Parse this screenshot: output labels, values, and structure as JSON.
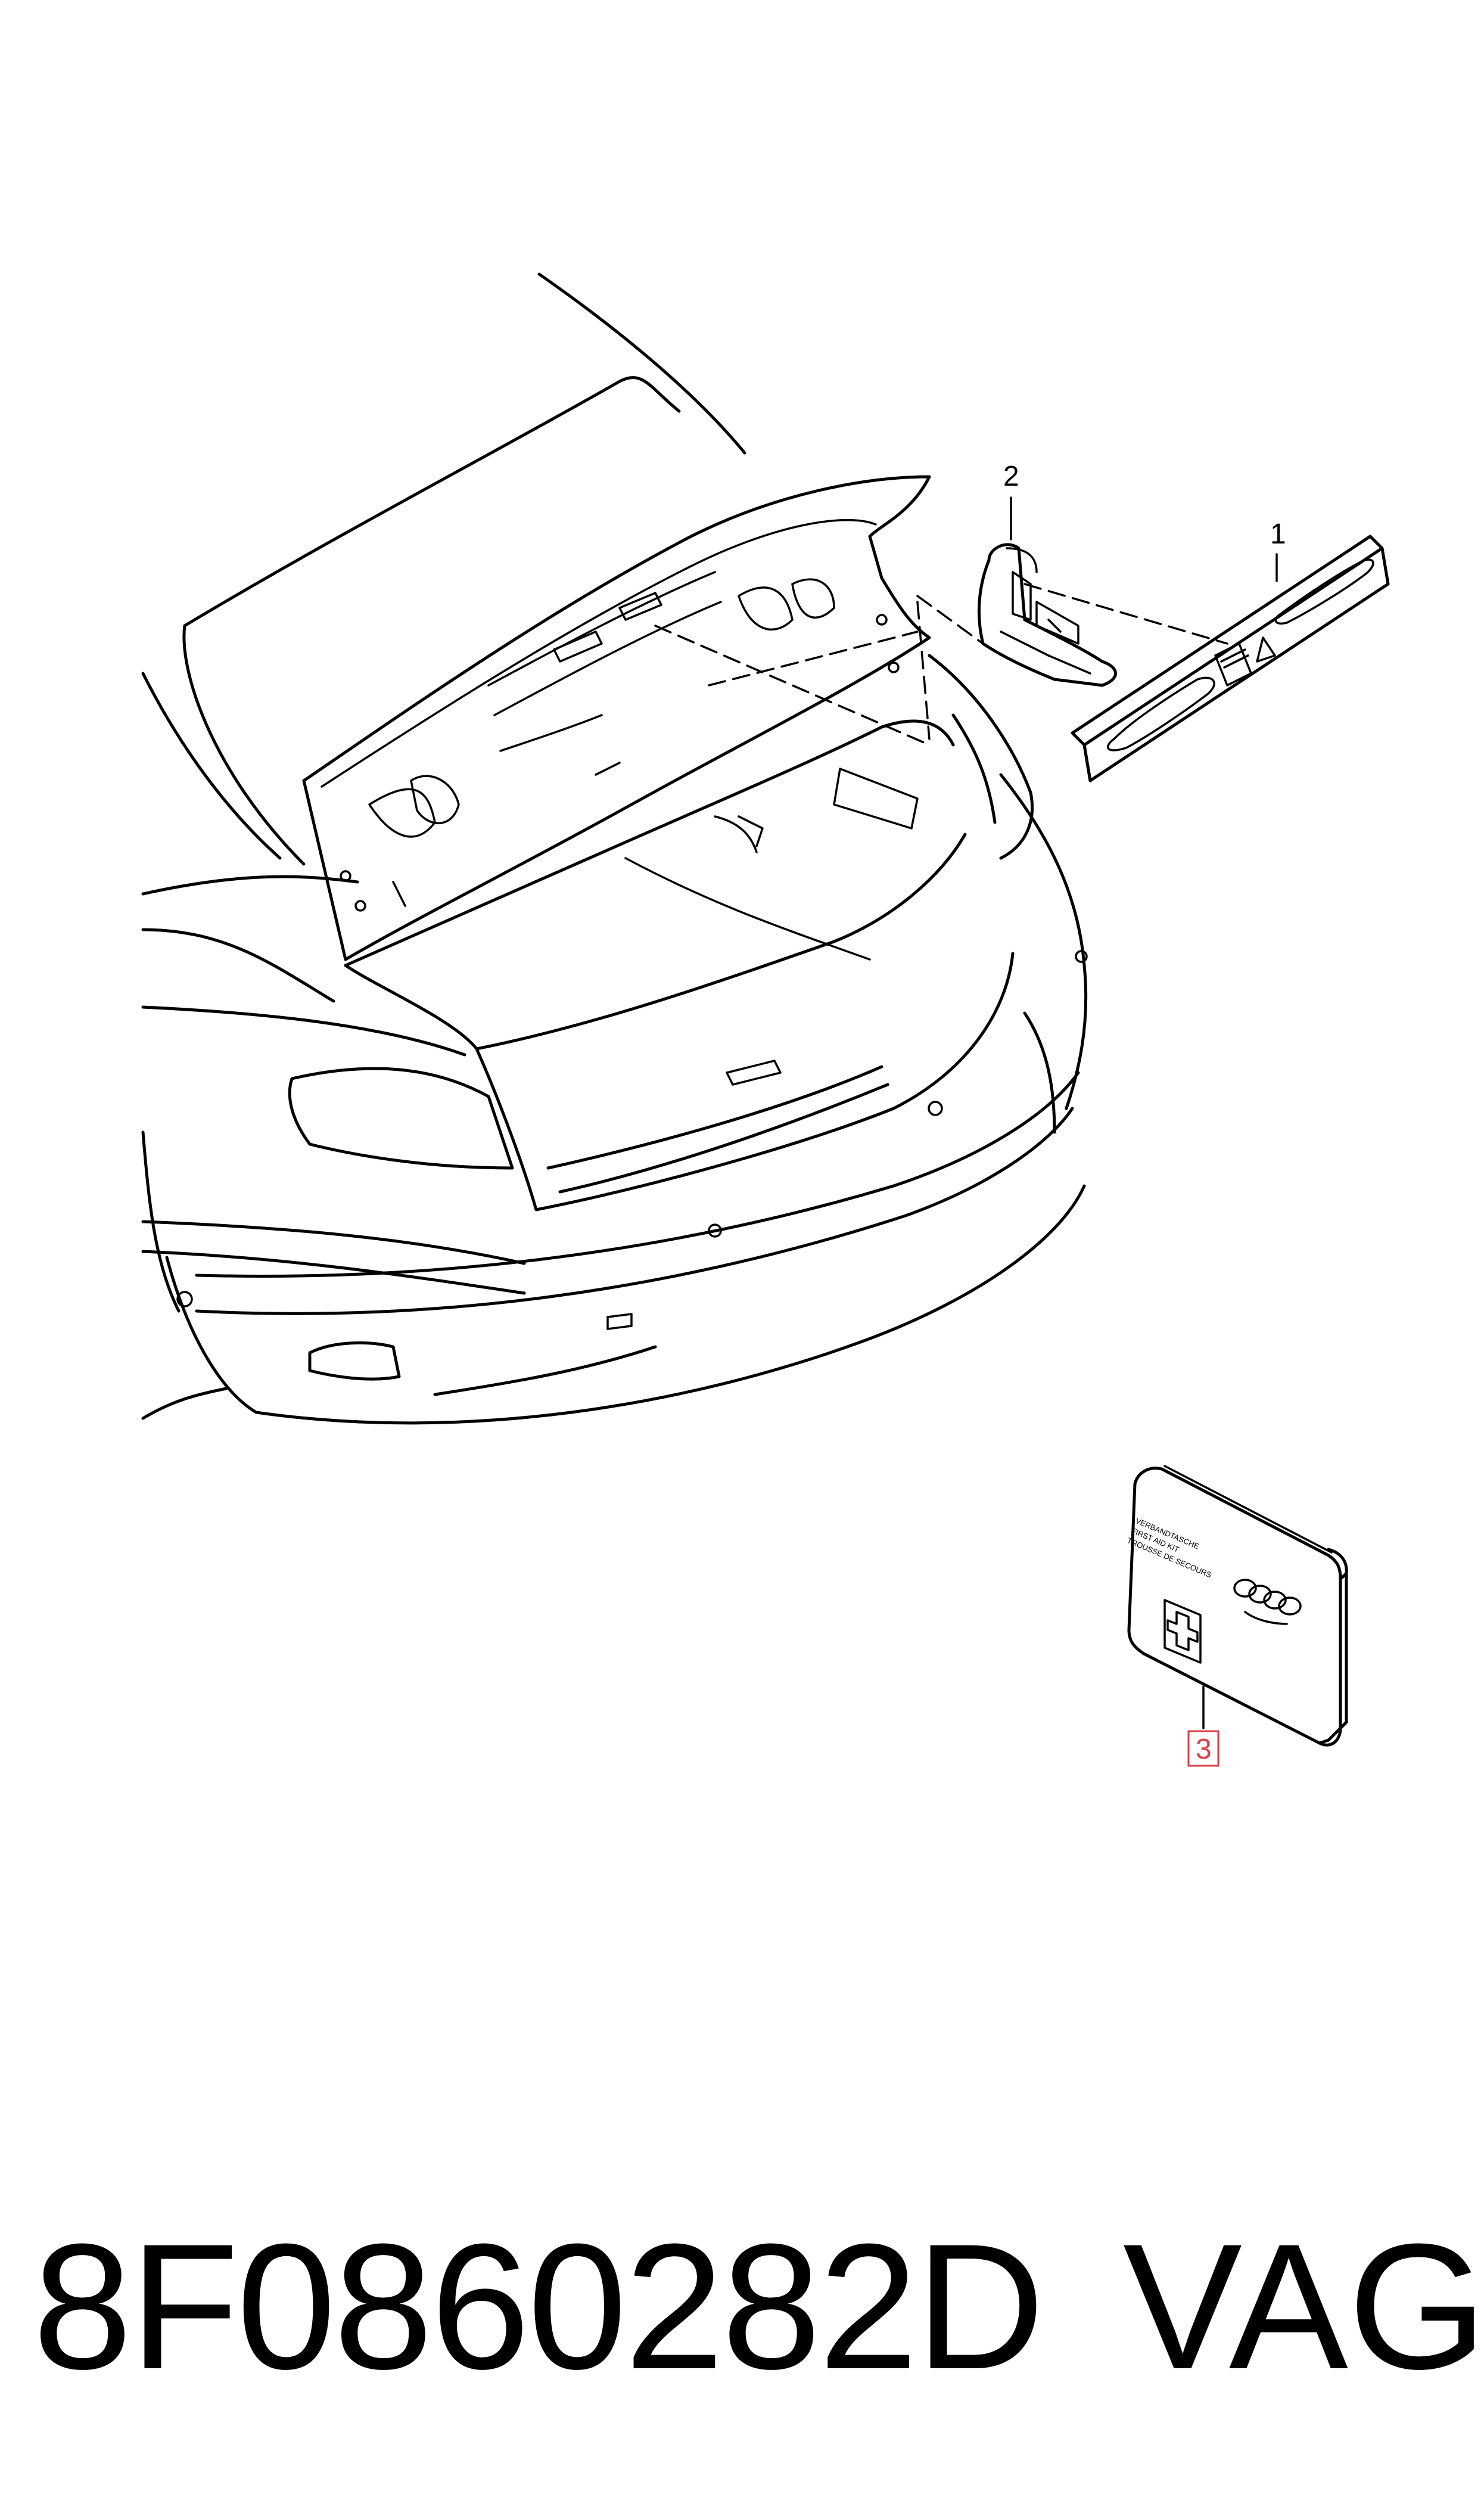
{
  "diagram": {
    "callouts": [
      {
        "id": "1",
        "label": "1"
      },
      {
        "id": "2",
        "label": "2"
      },
      {
        "id": "3",
        "label": "3",
        "highlighted": true
      }
    ],
    "kit": {
      "text_lines": [
        "VERBANDTASCHE",
        "FIRST AID KIT",
        "TROUSSE DE SECOURS"
      ],
      "logo": "four-rings-logo",
      "symbol": "first-aid-cross-icon"
    }
  },
  "footer": {
    "part_number": "8F0860282D",
    "brand": "VAG"
  },
  "colors": {
    "line": "#000000",
    "highlight_box": "#d9414a"
  }
}
